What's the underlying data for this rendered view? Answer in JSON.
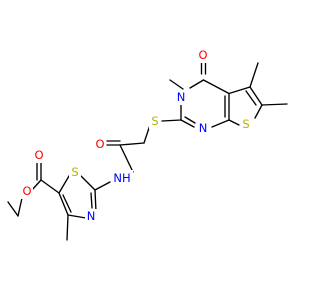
{
  "molecule": {
    "atoms": {
      "O_carbonyl_top": "O",
      "N_pyrimidine_3": "N",
      "S_thioether": "S",
      "S_thiophene": "S",
      "N_pyrimidine_1": "N",
      "O_amide": "O",
      "NH_amide": "NH",
      "O_ester_carbonyl": "O",
      "S_thiazole": "S",
      "O_ester_ether": "O",
      "N_thiazole": "N"
    },
    "colors": {
      "carbon_bond": "#000000",
      "oxygen": "#ff0000",
      "nitrogen": "#0000ff",
      "sulfur": "#b3b300"
    }
  }
}
